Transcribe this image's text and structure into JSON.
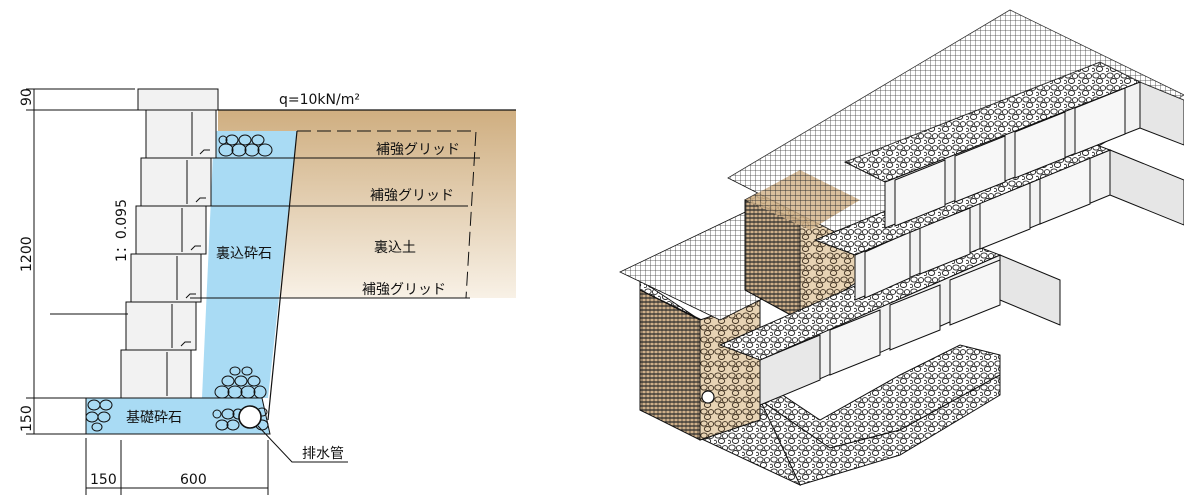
{
  "load": "q=10kN/m²",
  "labels": {
    "grid_top": "補強グリッド",
    "grid_mid": "補強グリッド",
    "grid_bottom": "補強グリッド",
    "backfill_soil": "裏込土",
    "backfill_gravel": "裏込砕石",
    "base_gravel": "基礎砕石",
    "drain_pipe": "排水管",
    "batter": "1：0.095"
  },
  "dimensions": {
    "cap_height": "90",
    "wall_height": "1200",
    "base_height": "150",
    "base_offset": "150",
    "base_width": "600"
  },
  "colors": {
    "soil": "#dcc39e",
    "gravel_fill": "#a9dbf4",
    "block": "#f2f2f2",
    "grid_mesh": "#3a3a3a",
    "gravel_3d": "#ffffff",
    "soil_3d": "#c9a97a"
  }
}
